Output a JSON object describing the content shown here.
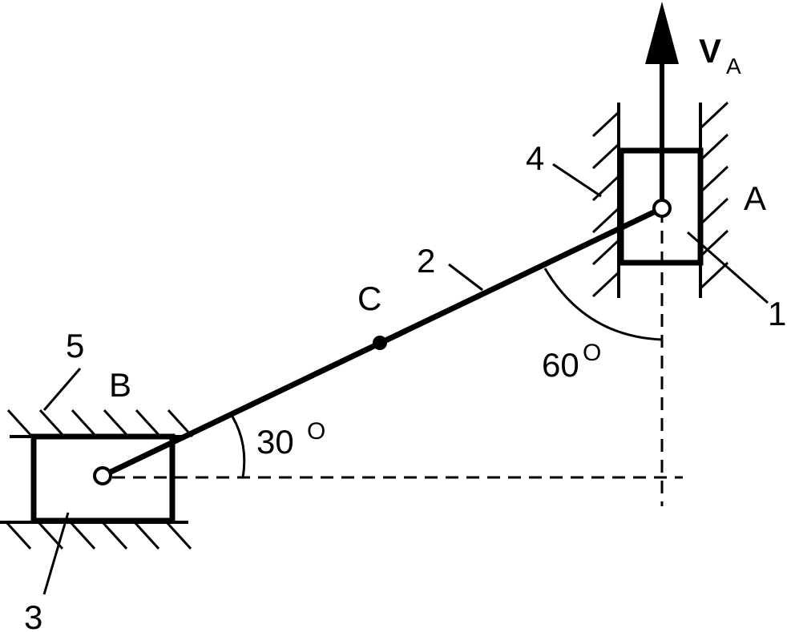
{
  "labels": {
    "velocity": "V",
    "velocity_sub": "A",
    "point_a": "A",
    "point_b": "B",
    "point_c": "C",
    "part_1": "1",
    "part_2": "2",
    "part_3": "3",
    "part_4": "4",
    "part_5": "5",
    "angle_60_value": "60",
    "angle_30_value": "30",
    "degree_mark": "O"
  },
  "colors": {
    "ink": "#000000",
    "background": "#ffffff"
  }
}
